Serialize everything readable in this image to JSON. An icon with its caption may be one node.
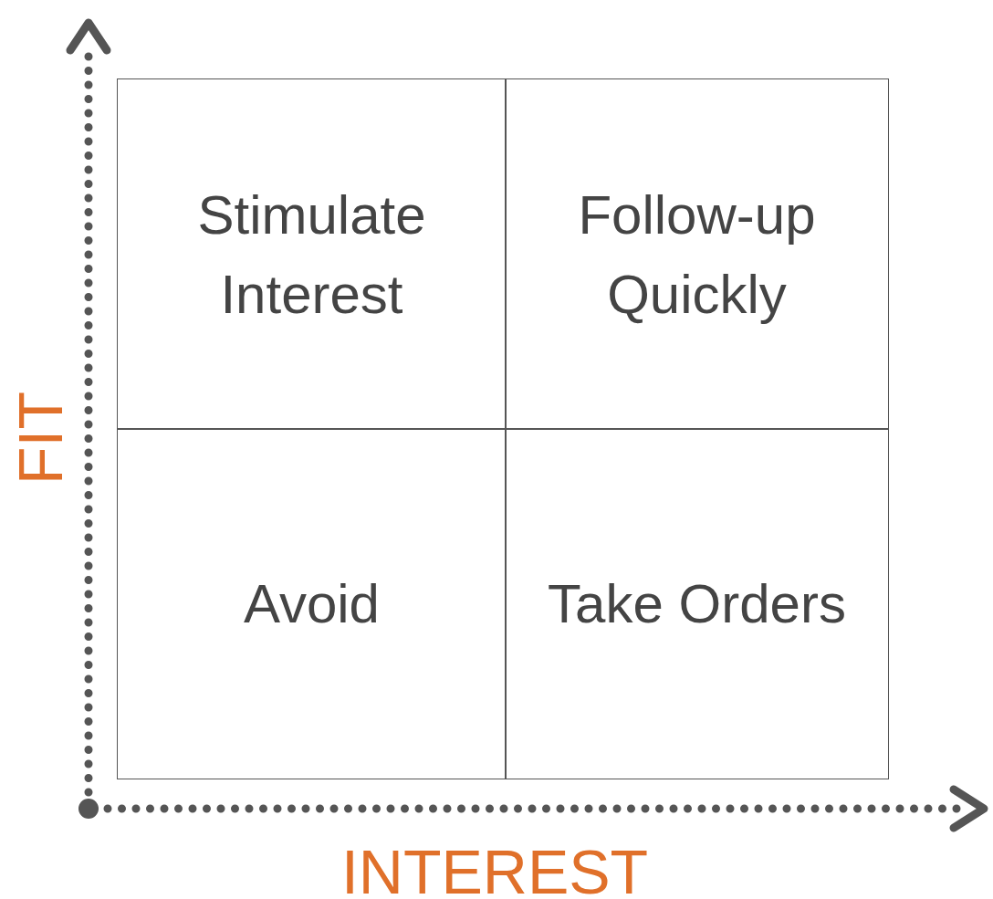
{
  "diagram": {
    "nodes": [
      {
        "text": [
          "Stimulate Interest"
        ]
      },
      {
        "text": [
          "Follow-up Quickly"
        ]
      },
      {
        "text": [
          "Avoid"
        ]
      },
      {
        "text": [
          "Take Orders"
        ]
      }
    ],
    "labels": [
      "FIT",
      "INTEREST"
    ]
  }
}
